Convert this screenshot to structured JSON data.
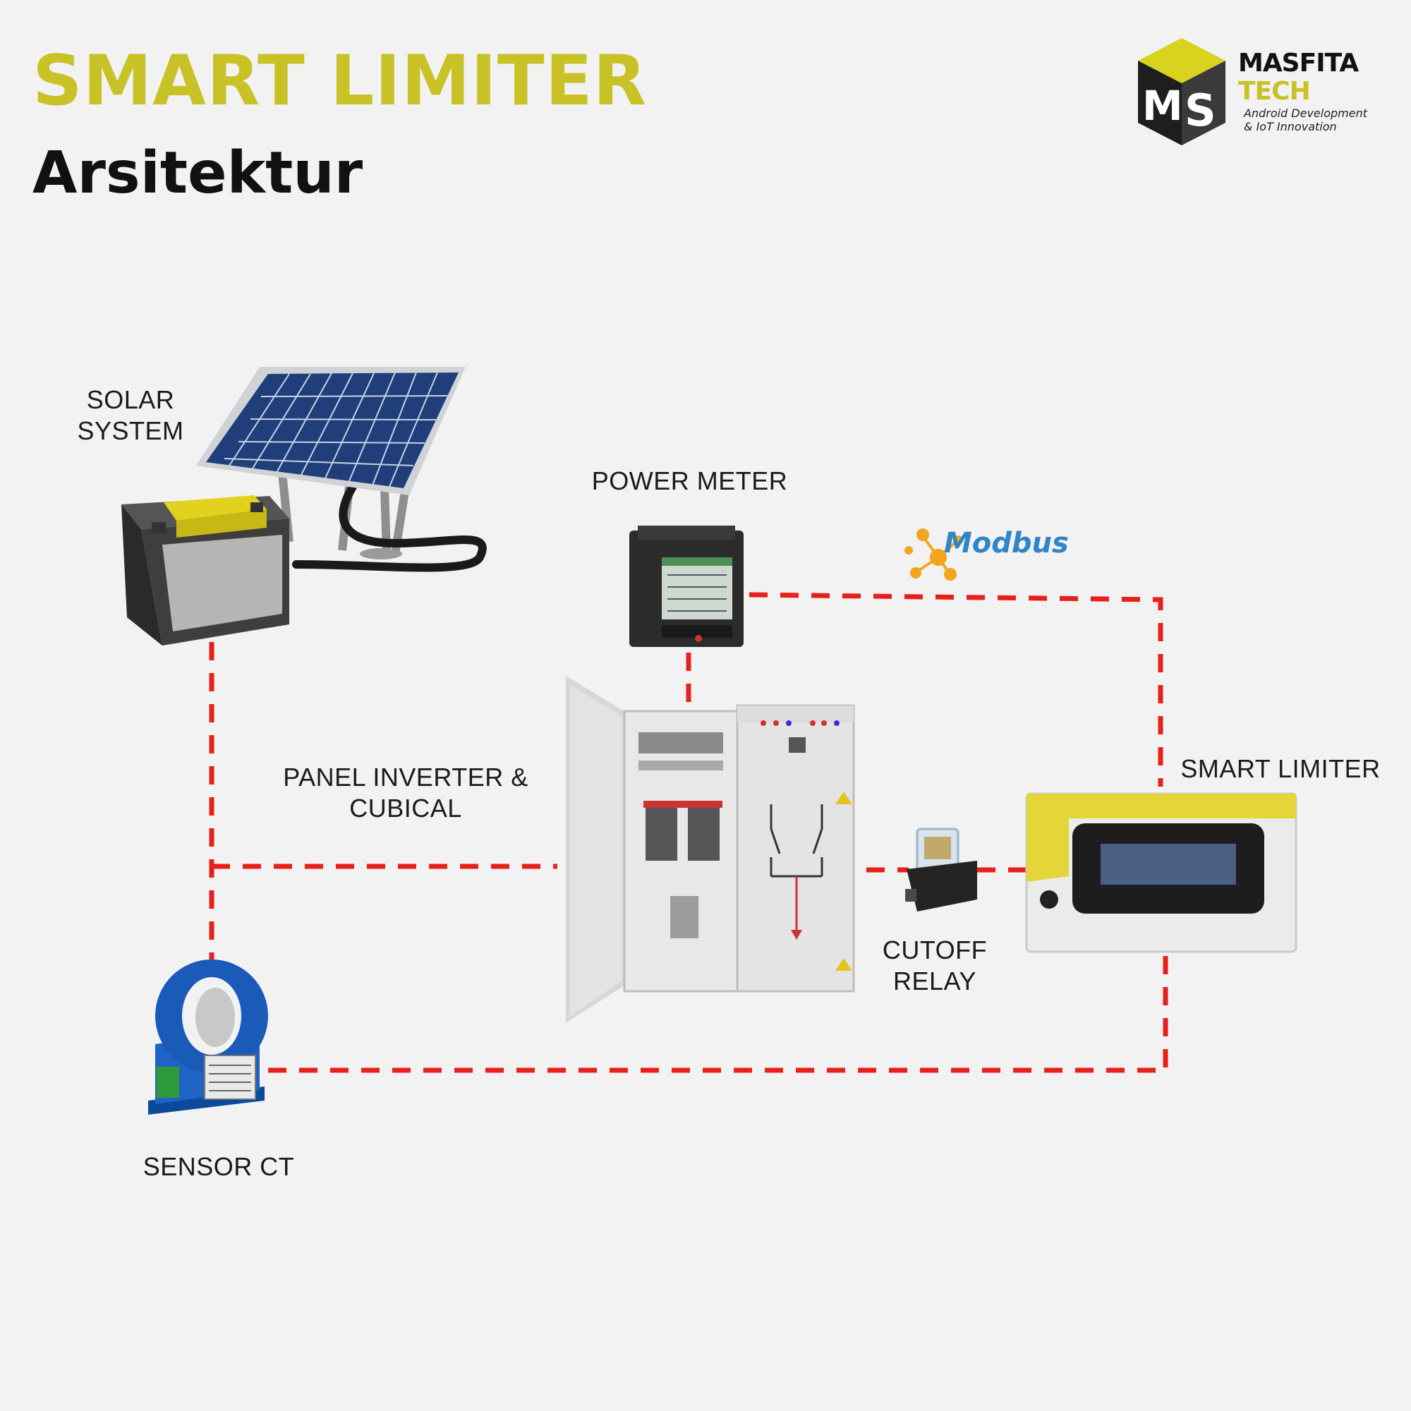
{
  "header": {
    "title": "SMART LIMITER",
    "subtitle": "Arsitektur"
  },
  "logo": {
    "line1": "MASFITA",
    "line2": "TECH",
    "tagline1": "Android Development",
    "tagline2": "& IoT Innovation"
  },
  "components": {
    "solar_system": {
      "line1": "SOLAR",
      "line2": "SYSTEM"
    },
    "power_meter": {
      "label": "POWER METER"
    },
    "modbus": {
      "label": "Modbus"
    },
    "panel": {
      "line1": "PANEL INVERTER &",
      "line2": "CUBICAL"
    },
    "smart_limiter": {
      "label": "SMART LIMITER"
    },
    "cutoff_relay": {
      "line1": "CUTOFF",
      "line2": "RELAY"
    },
    "sensor_ct": {
      "label": "SENSOR CT"
    }
  },
  "colors": {
    "title": "#c9c227",
    "connection": "#e8201c",
    "modbus": "#2e86c8"
  }
}
